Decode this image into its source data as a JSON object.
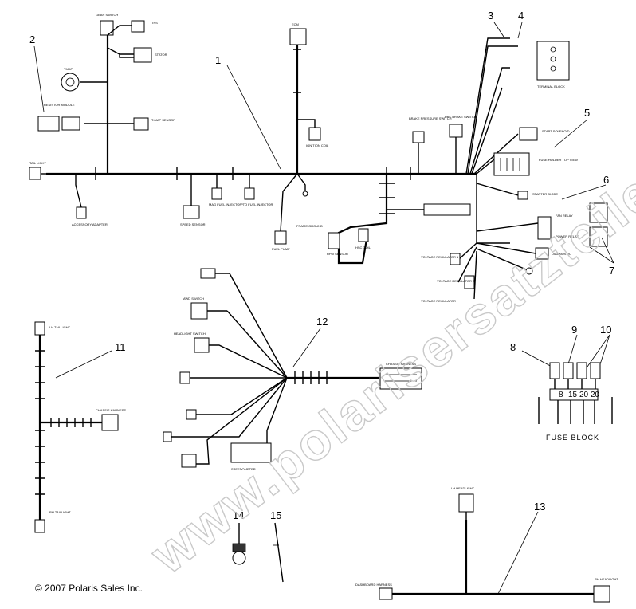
{
  "callouts": [
    "1",
    "2",
    "3",
    "4",
    "5",
    "6",
    "7",
    "8",
    "9",
    "10",
    "11",
    "12",
    "13",
    "14",
    "15"
  ],
  "labels": {
    "gear_switch": "GEAR SWITCH",
    "tps": "TPS",
    "stator": "STATOR",
    "tmap": "TMAP",
    "resistor_module": "RESISTOR MODULE",
    "tmap_sensor": "T-MAP SENSOR",
    "tail_light": "TAIL LIGHT",
    "accessory_adapter": "ACCESSORY ADAPTER",
    "mag_fuel_injector": "MAG FUEL INJECTOR",
    "pto_fuel_injector": "PTO FUEL INJECTOR",
    "speed_sensor": "SPEED SENSOR",
    "ecm": "ECM",
    "ignition_coil": "IGNITION COIL",
    "fuel_pump": "FUEL PUMP",
    "frame_ground": "FRAME GROUND",
    "rpm_sensor": "RPM SENSOR",
    "hsc_coil": "HSC COIL",
    "brake_pressure_switch": "BRAKE PRESSURE SWITCH",
    "park_brake_switch": "PRK BRAKE SWITCH",
    "terminal_block": "TERMINAL BLOCK",
    "start_solenoid": "START SOLENOID",
    "fuse_holder": "FUSE HOLDER TOP VIEW",
    "starter_diode": "STARTER DIODE",
    "fan_relay": "FAN RELAY",
    "power_relay": "POWER RELAY",
    "diagnostic": "DIAGNOSTIC",
    "voltage_regulator_1": "VOLTAGE REGULATOR 1",
    "voltage_regulator_2": "VOLTAGE REGULATOR 2",
    "voltage_regulator_3": "VOLTAGE REGULATOR",
    "chassis_harness": "CHASSIS HARNESS",
    "awd_switch": "AWD SWITCH",
    "headlight_switch": "HEADLIGHT SWITCH",
    "lh_taillight": "LH TAILLIGHT",
    "chassis_harness_11": "CHASSIS HARNESS",
    "rh_taillight": "RH TAILLIGHT",
    "speedometer": "SPEEDOMETER",
    "lh_headlight": "LH HEADLIGHT",
    "rh_headlight": "RH HEADLIGHT",
    "dashboard_harness": "DASHBOARD HARNESS",
    "fuse_block": "FUSE BLOCK"
  },
  "fuses": [
    "8",
    "15",
    "20",
    "20"
  ],
  "copyright": "© 2007 Polaris Sales Inc.",
  "watermark": "www.polarisersatzteile.de"
}
